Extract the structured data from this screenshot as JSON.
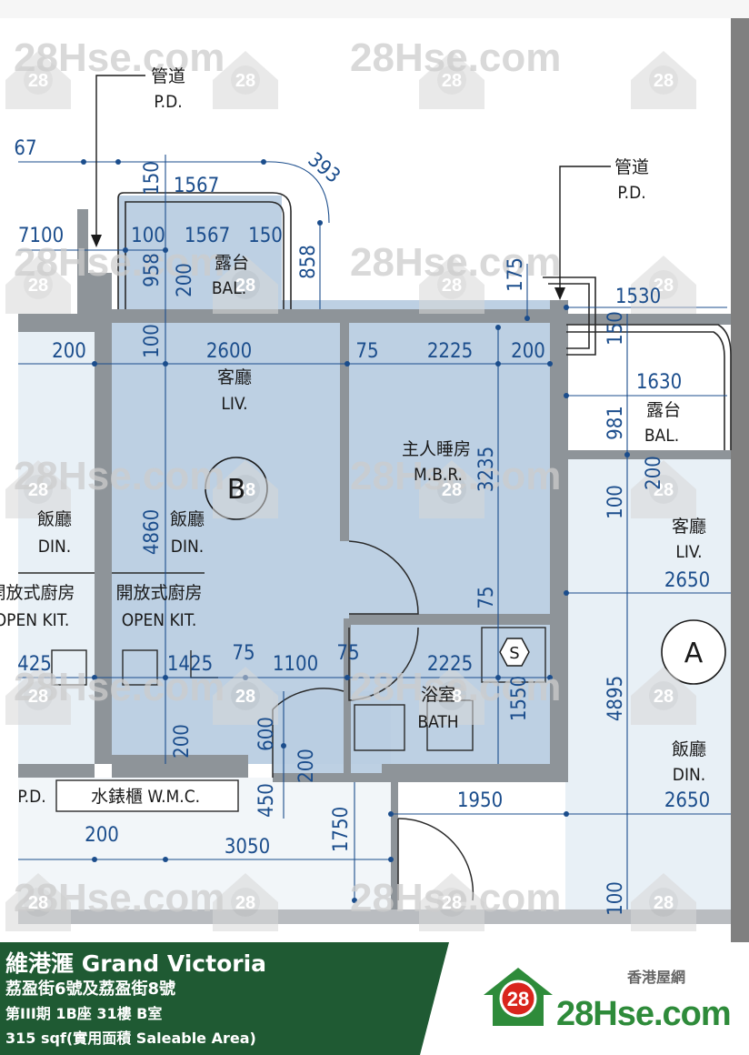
{
  "rooms": {
    "liv_b": {
      "zh": "客廳",
      "en": "LIV."
    },
    "din_b": {
      "zh": "飯廳",
      "en": "DIN."
    },
    "kit_b": {
      "zh": "開放式廚房",
      "en": "OPEN KIT."
    },
    "bal_b": {
      "zh": "露台",
      "en": "BAL."
    },
    "mbr": {
      "zh": "主人睡房",
      "en": "M.B.R."
    },
    "bath": {
      "zh": "浴室",
      "en": "BATH"
    },
    "din_l": {
      "zh": "飯廳",
      "en": "DIN."
    },
    "kit_l": {
      "zh": "開放式廚房",
      "en": "OPEN KIT."
    },
    "bal_a": {
      "zh": "露台",
      "en": "BAL."
    },
    "liv_a": {
      "zh": "客廳",
      "en": "LIV."
    },
    "din_a": {
      "zh": "飯廳",
      "en": "DIN."
    }
  },
  "pipe_duct": {
    "zh": "管道",
    "en": "P.D."
  },
  "pd_short": "P.D.",
  "wmc": "水錶櫃  W.M.C.",
  "unit_b_tag": "B",
  "unit_a_tag": "A",
  "shower_tag": "S",
  "dims": {
    "d_67": "67",
    "d_150a": "150",
    "d_1567a": "1567",
    "d_393": "393",
    "d_7100": "7100",
    "d_100a": "100",
    "d_1567b": "1567",
    "d_150b": "150",
    "d_958": "958",
    "d_200a": "200",
    "d_858": "858",
    "d_175": "175",
    "d_1530": "1530",
    "d_200b": "200",
    "d_100b": "100",
    "d_2600": "2600",
    "d_75a": "75",
    "d_2225a": "2225",
    "d_200c": "200",
    "d_150c": "150",
    "d_1630": "1630",
    "d_981": "981",
    "d_3235": "3235",
    "d_200d": "200",
    "d_100c": "100",
    "d_4860": "4860",
    "d_2650a": "2650",
    "d_75b": "75",
    "d_1425a": "425",
    "d_1425b": "1425",
    "d_75c": "75",
    "d_1100": "1100",
    "d_75d": "75",
    "d_2225b": "2225",
    "d_1550": "1550",
    "d_4895": "4895",
    "d_600": "600",
    "d_200e": "200",
    "d_200f": "200",
    "d_450": "450",
    "d_1950": "1950",
    "d_2650b": "2650",
    "d_200g": "200",
    "d_3050": "3050",
    "d_1750": "1750",
    "d_100d": "100"
  },
  "watermark": {
    "text": "28Hse.com",
    "badge": "28"
  },
  "footer": {
    "title": "維港滙 Grand Victoria",
    "address": "荔盈街6號及荔盈街8號",
    "unit": "第III期 1B座 31樓 B室",
    "area": "315 sqf(實用面積 Saleable Area)"
  },
  "brand": {
    "sub": "香港屋網",
    "name": "28Hse.com",
    "badge": "28"
  },
  "colors": {
    "footer_green": "#1f5a33",
    "unit_fill": "#b9cee2",
    "brand_green": "#2e8b3a",
    "badge_red": "#d9251d"
  }
}
